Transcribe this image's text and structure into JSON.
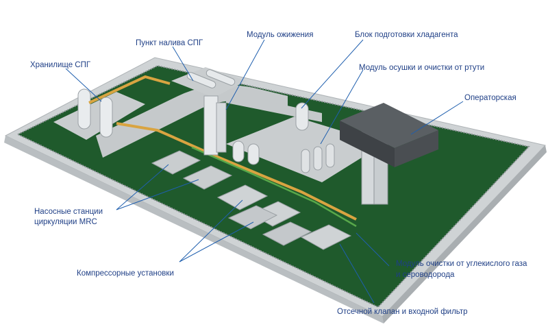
{
  "labels": {
    "lng_storage": "Хранилище СПГ",
    "lng_loading": "Пункт налива СПГ",
    "liquefaction": "Модуль ожижения",
    "refrigerant_prep": "Блок подготовки хладагента",
    "drying_mercury": "Модуль осушки и очистки от ртути",
    "operator_room": "Операторская",
    "mrc_pumps_line1": "Насосные станции",
    "mrc_pumps_line2": "циркуляции MRC",
    "compressors": "Компрессорные установки",
    "co2_h2s_line1": "Модуль очистки от углекислого газа",
    "co2_h2s_line2": "и сероводорода",
    "shutoff_valve": "Отсечной клапан и входной фильтр"
  },
  "colors": {
    "background": "#ffffff",
    "ground_green": "#1f5a2c",
    "wall": "#d8dcde",
    "pad": "#c9cdcf",
    "label_text": "#1f3f86",
    "leader_line": "#1f5fae",
    "pipe": "#d9a441",
    "pipe_green": "#58a84a",
    "building": "#4a4e52"
  }
}
